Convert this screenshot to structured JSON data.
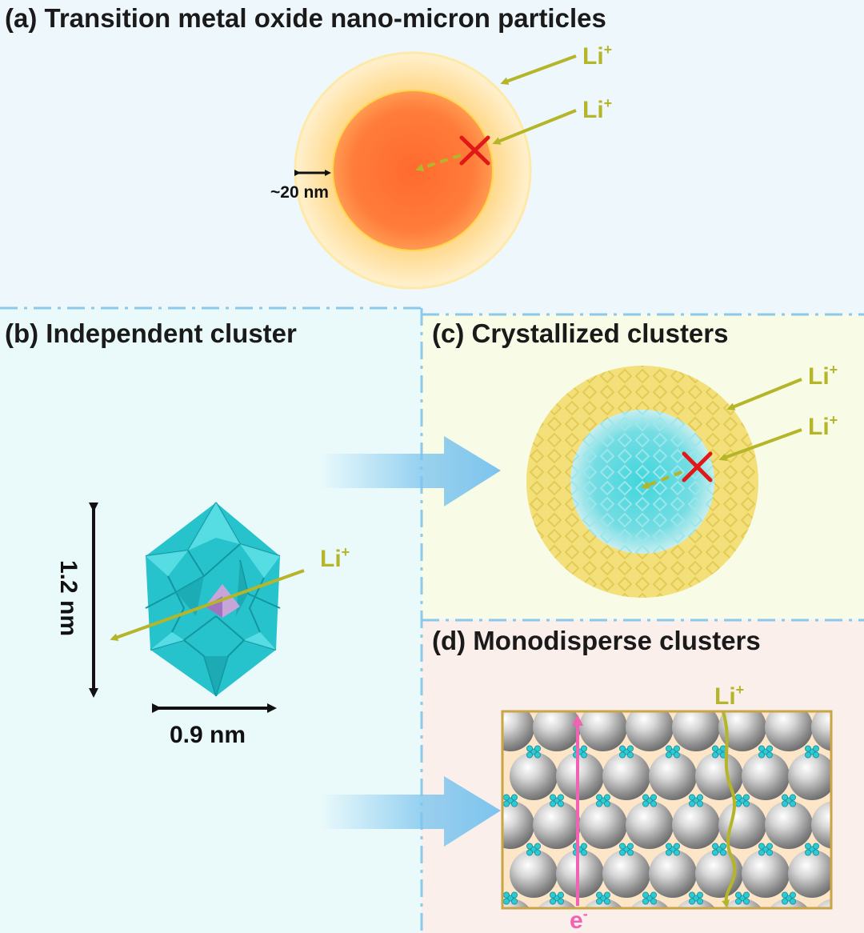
{
  "panels": {
    "a": {
      "title": "(a) Transition metal oxide nano-micron particles",
      "thickness_label": "~20 nm",
      "li_label": "Li",
      "li_sup": "+"
    },
    "b": {
      "title": "(b) Independent cluster",
      "height_label": "1.2 nm",
      "width_label": "0.9 nm",
      "li_label": "Li",
      "li_sup": "+"
    },
    "c": {
      "title": "(c) Crystallized clusters",
      "li_label": "Li",
      "li_sup": "+"
    },
    "d": {
      "title": "(d) Monodisperse clusters",
      "li_label": "Li",
      "li_sup": "+",
      "electron_label": "e",
      "electron_sup": "-"
    }
  },
  "colors": {
    "background_a": "#eef7fb",
    "background_b": "#eafafb",
    "background_c": "#f8fbe6",
    "background_d": "#fbefeb",
    "divider": "#8cc8ea",
    "li_arrow": "#b5b52a",
    "block_mark": "#e01818",
    "cluster": "#2fc9d3",
    "electron": "#f062b4",
    "flow_arrow": "#7cc4ee"
  }
}
